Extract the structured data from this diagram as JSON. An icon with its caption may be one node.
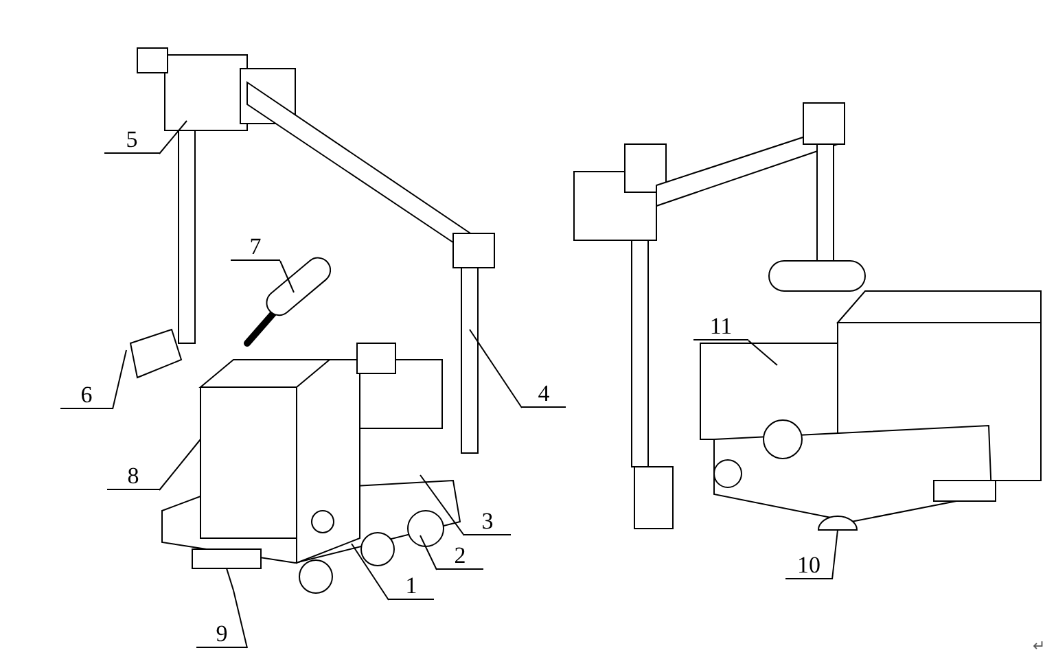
{
  "diagram": {
    "nodes": [
      {
        "text": [
          "5"
        ]
      },
      {
        "text": [
          "7"
        ]
      },
      {
        "text": [
          "11"
        ]
      },
      {
        "text": [
          "6"
        ]
      },
      {
        "text": [
          "4"
        ]
      },
      {
        "text": [
          "8"
        ]
      },
      {
        "text": [
          "3"
        ]
      },
      {
        "text": [
          "2"
        ]
      },
      {
        "text": [
          "10"
        ]
      },
      {
        "text": [
          "1"
        ]
      },
      {
        "text": [
          "9"
        ]
      }
    ],
    "edges": [
      {
        "from": 0,
        "to": null,
        "arrow": "none"
      },
      {
        "from": 1,
        "to": null,
        "arrow": "none"
      },
      {
        "from": 2,
        "to": null,
        "arrow": "none"
      },
      {
        "from": 3,
        "to": null,
        "arrow": "none"
      },
      {
        "from": 4,
        "to": null,
        "arrow": "none"
      },
      {
        "from": 5,
        "to": null,
        "arrow": "none"
      },
      {
        "from": 6,
        "to": null,
        "arrow": "none"
      },
      {
        "from": 7,
        "to": null,
        "arrow": "none"
      },
      {
        "from": 8,
        "to": null,
        "arrow": "none"
      },
      {
        "from": 9,
        "to": null,
        "arrow": "none"
      },
      {
        "from": 10,
        "to": null,
        "arrow": "none"
      }
    ],
    "labels": [
      "↵"
    ]
  }
}
